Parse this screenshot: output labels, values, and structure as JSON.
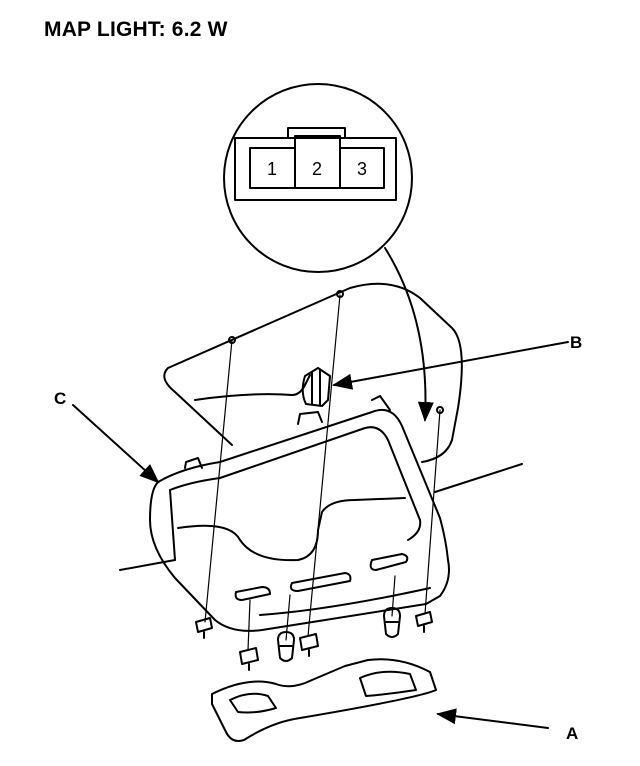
{
  "title": "MAP LIGHT: 6.2 W",
  "connector": {
    "pins": [
      "1",
      "2",
      "3"
    ]
  },
  "callouts": {
    "a": "A",
    "b": "B",
    "c": "C"
  }
}
